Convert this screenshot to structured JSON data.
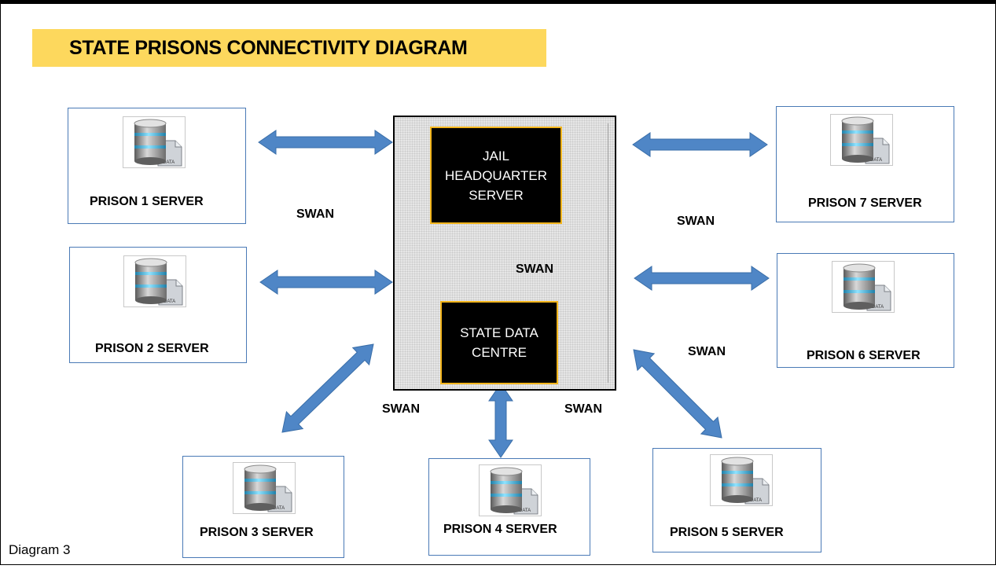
{
  "title": "STATE PRISONS CONNECTIVITY DIAGRAM",
  "hub": {
    "jail_hq": [
      "JAIL",
      "HEADQUARTER",
      "SERVER"
    ],
    "state_data_centre": [
      "STATE DATA",
      "CENTRE"
    ]
  },
  "prisons": [
    {
      "label": "PRISON 1 SERVER",
      "icon_caption": "DATA",
      "icon": "database-icon"
    },
    {
      "label": "PRISON 2 SERVER",
      "icon_caption": "DATA",
      "icon": "database-icon"
    },
    {
      "label": "PRISON 3 SERVER",
      "icon_caption": "DATA",
      "icon": "database-icon"
    },
    {
      "label": "PRISON 4 SERVER",
      "icon_caption": "DATA",
      "icon": "database-icon"
    },
    {
      "label": "PRISON 5 SERVER",
      "icon_caption": "DATA",
      "icon": "database-icon"
    },
    {
      "label": "PRISON 6 SERVER",
      "icon_caption": "DATA",
      "icon": "database-icon"
    },
    {
      "label": "PRISON 7 SERVER",
      "icon_caption": "DATA",
      "icon": "database-icon"
    }
  ],
  "links": {
    "swan_label": "SWAN"
  },
  "caption": "Diagram 3",
  "colors": {
    "banner": "#fdd85d",
    "arrow": "#4f86c6",
    "box_border": "#4a7ab6",
    "server_box": "#000000",
    "server_border": "#f3b51c"
  }
}
